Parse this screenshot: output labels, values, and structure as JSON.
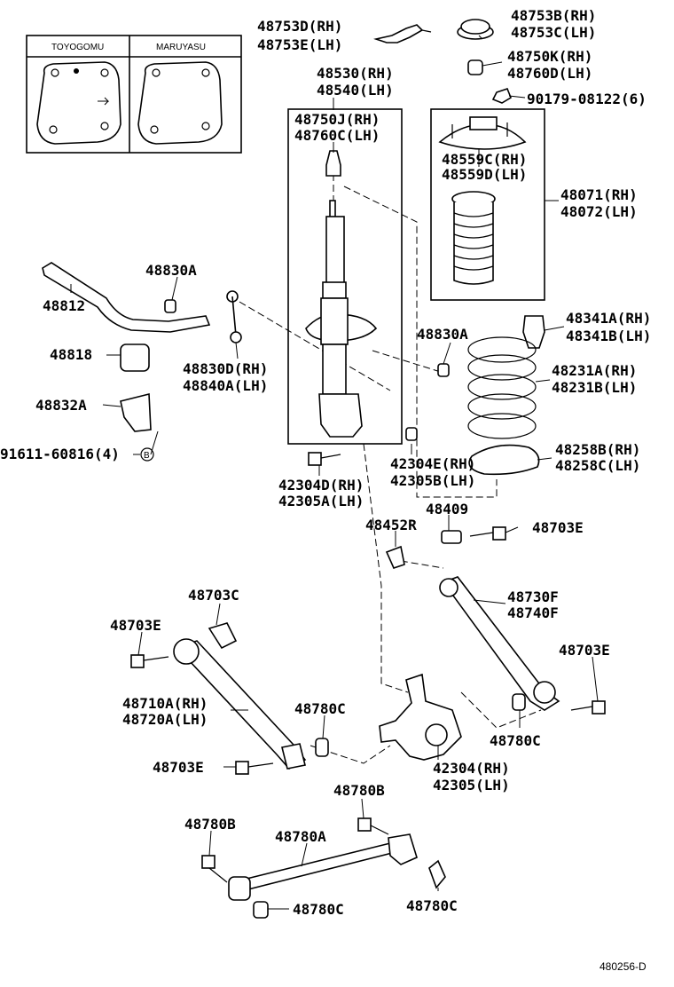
{
  "inset": {
    "left_title": "TOYOGOMU",
    "right_title": "MARUYASU"
  },
  "callouts": {
    "c48753D": "48753D(RH)",
    "c48753E": "48753E(LH)",
    "c48753B": "48753B(RH)",
    "c48753C": "48753C(LH)",
    "c48530": "48530(RH)",
    "c48540": "48540(LH)",
    "c48750K": "48750K(RH)",
    "c48760D": "48760D(LH)",
    "c90179": "90179-08122(6)",
    "c48750J": "48750J(RH)",
    "c48760C": "48760C(LH)",
    "c48559C": "48559C(RH)",
    "c48559D": "48559D(LH)",
    "c48071": "48071(RH)",
    "c48072": "48072(LH)",
    "c48830A_1": "48830A",
    "c48812": "48812",
    "c48341A": "48341A(RH)",
    "c48341B": "48341B(LH)",
    "c48830A_2": "48830A",
    "c48818": "48818",
    "c48830D": "48830D(RH)",
    "c48840A": "48840A(LH)",
    "c48231A": "48231A(RH)",
    "c48231B": "48231B(LH)",
    "c48832A": "48832A",
    "c91611": "91611-60816(4)",
    "cB": "B",
    "c48258B": "48258B(RH)",
    "c48258C": "48258C(LH)",
    "c42304E": "42304E(RH)",
    "c42305B": "42305B(LH)",
    "c42304D": "42304D(RH)",
    "c42305A": "42305A(LH)",
    "c48409": "48409",
    "c48452R": "48452R",
    "c48703E_1": "48703E",
    "c48703C": "48703C",
    "c48730F": "48730F",
    "c48740F": "48740F",
    "c48703E_2": "48703E",
    "c48703E_3": "48703E",
    "c48710A": "48710A(RH)",
    "c48720A": "48720A(LH)",
    "c48780C_1": "48780C",
    "c48780C_2": "48780C",
    "c42304": "42304(RH)",
    "c42305": "42305(LH)",
    "c48703E_4": "48703E",
    "c48780B_1": "48780B",
    "c48780B_2": "48780B",
    "c48780A": "48780A",
    "c48780C_3": "48780C",
    "c48780C_4": "48780C"
  },
  "drawing_code": "480256-D"
}
